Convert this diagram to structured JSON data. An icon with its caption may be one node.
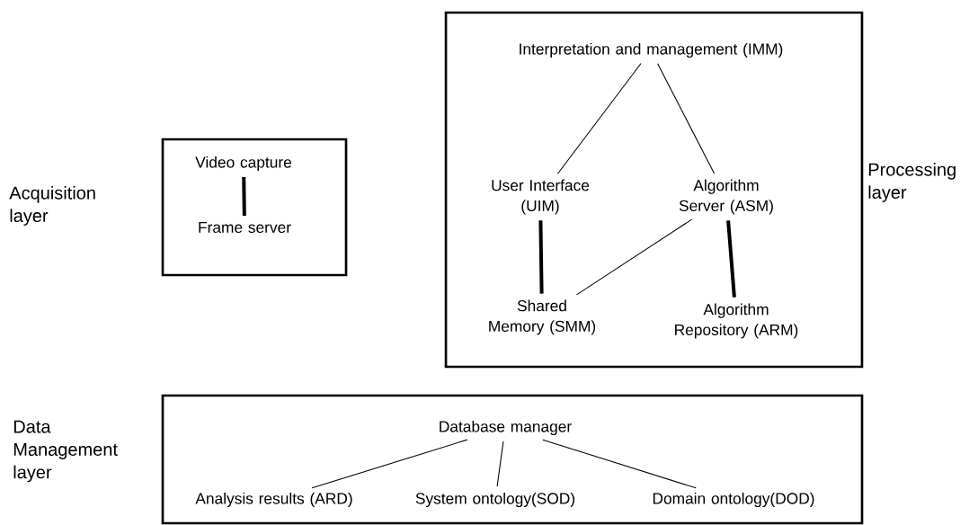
{
  "diagram": {
    "nodes": [
      {
        "text": [
          "Acquisition layer"
        ]
      },
      {
        "text": [
          "Video capture"
        ],
        "in": 0
      },
      {
        "text": [
          "Frame server"
        ],
        "in": 0
      },
      {
        "text": [
          "Processing layer"
        ]
      },
      {
        "text": [
          "Interpretation and management (IMM)"
        ],
        "in": 3
      },
      {
        "text": [
          "User Interface (UIM)"
        ],
        "in": 3
      },
      {
        "text": [
          "Algorithm Server (ASM)"
        ],
        "in": 3
      },
      {
        "text": [
          "Shared Memory (SMM)"
        ],
        "in": 3
      },
      {
        "text": [
          "Algorithm Repository (ARM)"
        ],
        "in": 3
      },
      {
        "text": [
          "Data Management layer"
        ]
      },
      {
        "text": [
          "Database manager"
        ],
        "in": 9
      },
      {
        "text": [
          "Analysis results (ARD)"
        ],
        "in": 9
      },
      {
        "text": [
          "System ontology(SOD)"
        ],
        "in": 9
      },
      {
        "text": [
          "Domain ontology(DOD)"
        ],
        "in": 9
      }
    ],
    "edges": [
      {
        "from": 1,
        "to": 2,
        "arrow": "none",
        "style": "thick"
      },
      {
        "from": 4,
        "to": 5,
        "arrow": "none"
      },
      {
        "from": 4,
        "to": 6,
        "arrow": "none"
      },
      {
        "from": 5,
        "to": 7,
        "arrow": "none",
        "style": "thick"
      },
      {
        "from": 6,
        "to": 7,
        "arrow": "none"
      },
      {
        "from": 6,
        "to": 8,
        "arrow": "none",
        "style": "thick"
      },
      {
        "from": 10,
        "to": 11,
        "arrow": "none"
      },
      {
        "from": 10,
        "to": 12,
        "arrow": "none"
      },
      {
        "from": 10,
        "to": 13,
        "arrow": "none"
      }
    ]
  }
}
